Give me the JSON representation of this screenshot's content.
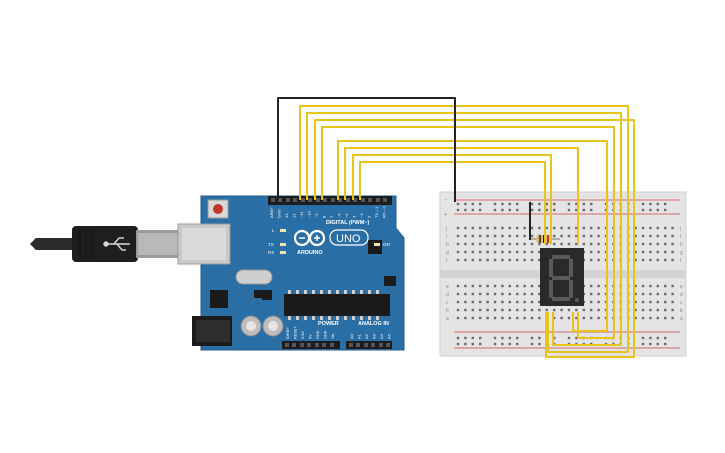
{
  "arduino": {
    "brand": "ARDUINO",
    "model": "UNO",
    "digital_label": "DIGITAL (PWM~)",
    "power_label": "POWER",
    "analog_label": "ANALOG IN",
    "led_l": "L",
    "led_tx": "TX",
    "led_rx": "RX",
    "led_on": "ON",
    "header_pins": [
      "AREF",
      "GND",
      "13",
      "12",
      "~11",
      "~10",
      "~9",
      "8",
      "7",
      "~6",
      "~5",
      "4",
      "~3",
      "2",
      "TX→1",
      "RX←0"
    ],
    "power_pins": [
      "IOREF",
      "RESET",
      "3.3V",
      "5V",
      "GND",
      "GND",
      "Vin"
    ],
    "analog_pins": [
      "A0",
      "A1",
      "A2",
      "A3",
      "A4",
      "A5"
    ]
  },
  "display": {
    "digit": "8"
  },
  "breadboard": {
    "row_letters_top": [
      "j",
      "i",
      "h",
      "g",
      "f"
    ],
    "row_letters_bottom": [
      "e",
      "d",
      "c",
      "b",
      "a"
    ],
    "plus": "+",
    "minus": "−"
  },
  "colors": {
    "wire_yellow": "#e8c41a",
    "wire_black": "#222222",
    "arduino_blue": "#2a6ea6",
    "breadboard": "#e4e4e4",
    "rail_red": "#d0403a",
    "segment_off": "#5a5a5a"
  }
}
